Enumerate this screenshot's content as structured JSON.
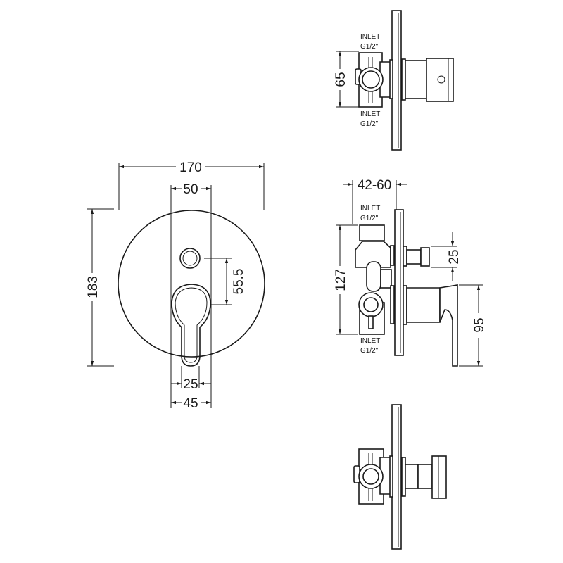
{
  "front_view": {
    "dim_width": "170",
    "dim_height": "183",
    "dim_button_offset": "50",
    "dim_button_to_handle": "55.5",
    "dim_lever_width": "25",
    "dim_handle_width": "45"
  },
  "top_side_view": {
    "dim_inlet_spacing": "65",
    "inlet_top": [
      "INLET",
      "G1/2\""
    ],
    "inlet_bottom": [
      "INLET",
      "G1/2\""
    ]
  },
  "side_view": {
    "dim_wall_depth": "42-60",
    "dim_inlet_spacing": "127",
    "dim_button_height": "25",
    "dim_handle_height": "95",
    "inlet_top": [
      "INLET",
      "G1/2\""
    ],
    "inlet_bottom": [
      "INLET",
      "G1/2\""
    ]
  }
}
